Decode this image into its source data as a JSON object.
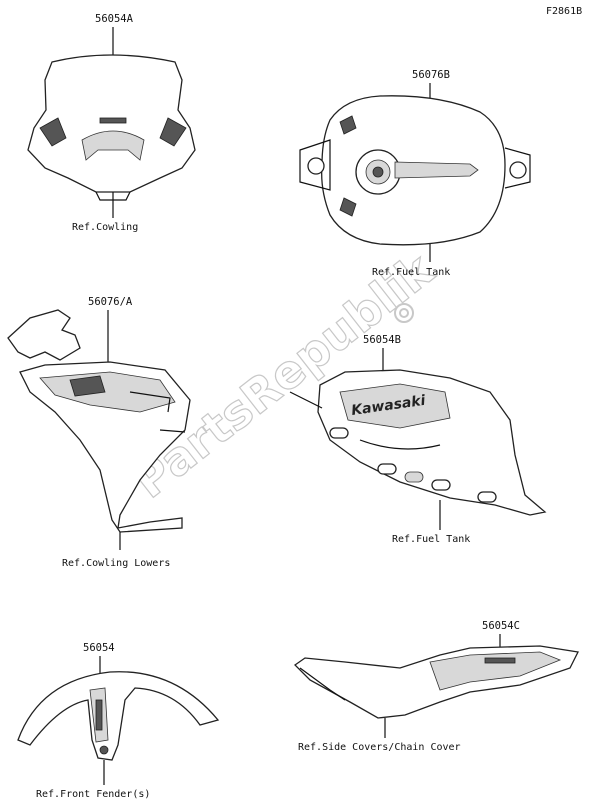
{
  "figure_code": "F2861B",
  "watermark": "PartsRepublik",
  "decal_text": "Kawasaki",
  "parts": [
    {
      "number": "56054A",
      "ref": "Ref.Cowling"
    },
    {
      "number": "56076B",
      "ref": "Ref.Fuel Tank"
    },
    {
      "number": "56076/A",
      "ref": "Ref.Cowling Lowers"
    },
    {
      "number": "56054B",
      "ref": "Ref.Fuel Tank"
    },
    {
      "number": "56054",
      "ref": "Ref.Front Fender(s)"
    },
    {
      "number": "56054C",
      "ref": "Ref.Side Covers/Chain Cover"
    }
  ],
  "colors": {
    "line": "#111111",
    "shade": "#d8d8d8",
    "watermark": "#c8c8c8"
  }
}
